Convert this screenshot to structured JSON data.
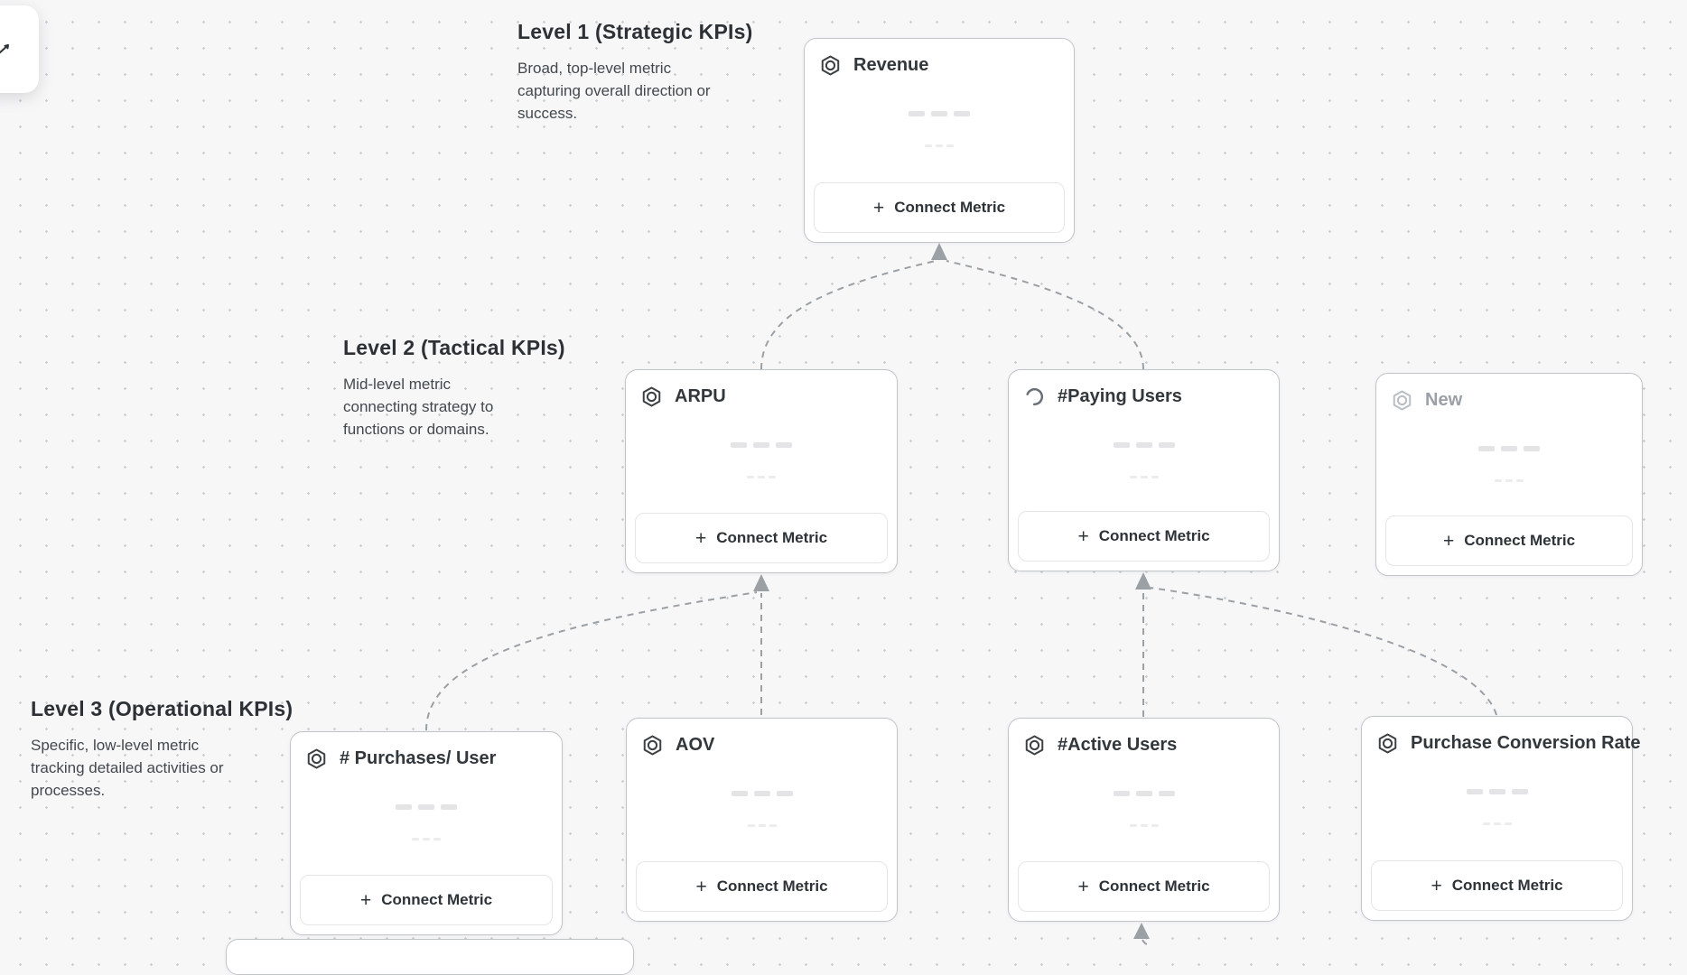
{
  "canvas": {
    "background_color": "#f7f7f8",
    "dot_color": "#cdd0d3",
    "connector_color": "#9ba0a5",
    "card_border_color": "#c2c5c8"
  },
  "toolbar_panel": {
    "icon": "cursor-icon"
  },
  "levels": [
    {
      "title": "Level 1 (Strategic KPIs)",
      "description": "Broad, top-level metric capturing overall direction or success."
    },
    {
      "title": "Level 2 (Tactical KPIs)",
      "description": "Mid-level metric connecting strategy to functions or domains."
    },
    {
      "title": "Level 3 (Operational KPIs)",
      "description": "Specific, low-level metric tracking detailed activities or processes."
    }
  ],
  "ui": {
    "connect_metric_label": "Connect Metric",
    "plus_icon": "+"
  },
  "cards": [
    {
      "title": "Revenue",
      "icon": "hexagon-metric-icon",
      "level": 1
    },
    {
      "title": "ARPU",
      "icon": "hexagon-metric-icon",
      "level": 2
    },
    {
      "title": "#Paying Users",
      "icon": "spinner-icon",
      "level": 2
    },
    {
      "title": "New",
      "icon": "hexagon-metric-icon",
      "level": 2,
      "state": "placeholder"
    },
    {
      "title": "# Purchases/ User",
      "icon": "hexagon-metric-icon",
      "level": 3
    },
    {
      "title": "AOV",
      "icon": "hexagon-metric-icon",
      "level": 3
    },
    {
      "title": "#Active Users",
      "icon": "hexagon-metric-icon",
      "level": 3
    },
    {
      "title": "Purchase Conversion Rate",
      "icon": "hexagon-metric-icon",
      "level": 3
    }
  ],
  "connections": [
    {
      "from": "ARPU",
      "to": "Revenue"
    },
    {
      "from": "#Paying Users",
      "to": "Revenue"
    },
    {
      "from": "# Purchases/ User",
      "to": "ARPU"
    },
    {
      "from": "AOV",
      "to": "ARPU"
    },
    {
      "from": "#Active Users",
      "to": "#Paying Users"
    },
    {
      "from": "Purchase Conversion Rate",
      "to": "#Paying Users"
    },
    {
      "from": "below-viewport",
      "to": "#Active Users"
    }
  ]
}
